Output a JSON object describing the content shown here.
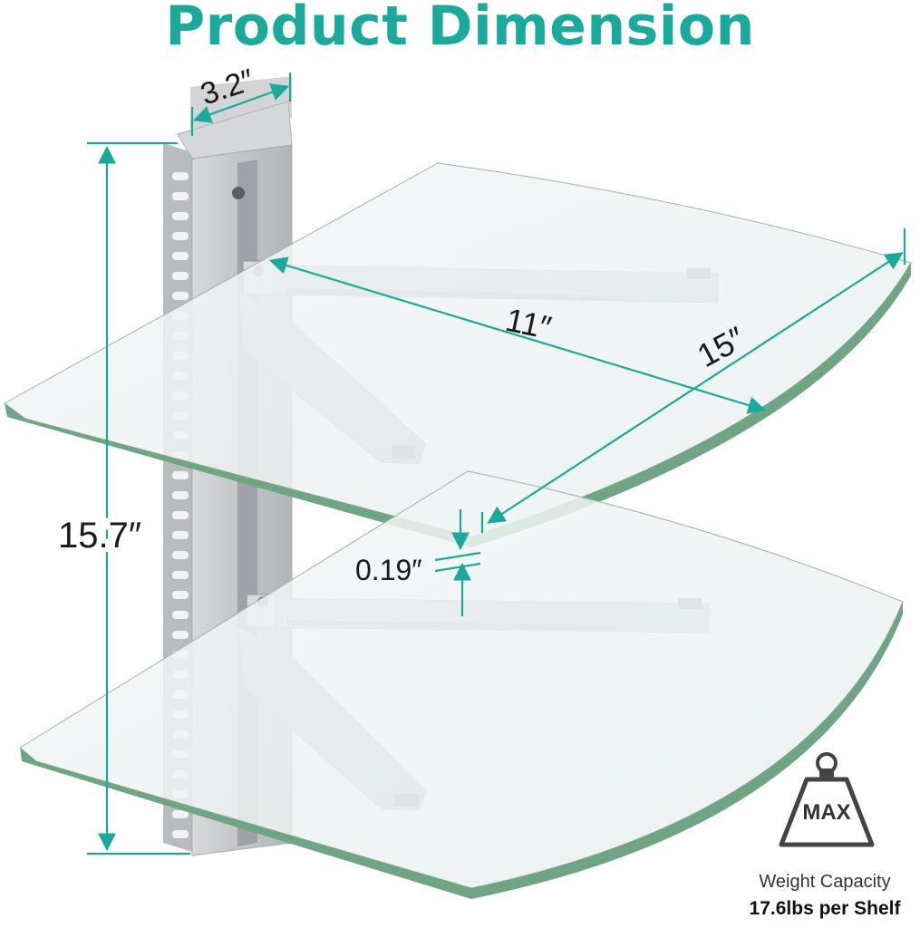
{
  "title": "Product Dimension",
  "colors": {
    "accent": "#1aa99b",
    "glass_fill": "#eef3f3",
    "glass_edge": "#5f9a73",
    "metal": "#c7c9cc",
    "metal_dark": "#9ea1a5"
  },
  "dimensions": {
    "bracket_width": "3.2″",
    "overall_height": "15.7″",
    "shelf_depth": "11″",
    "shelf_width": "15″",
    "glass_thickness": "0.19″"
  },
  "weight": {
    "badge": "MAX",
    "icon": "weight-icon",
    "caption_line1": "Weight Capacity",
    "caption_line2": "17.6lbs per Shelf"
  }
}
